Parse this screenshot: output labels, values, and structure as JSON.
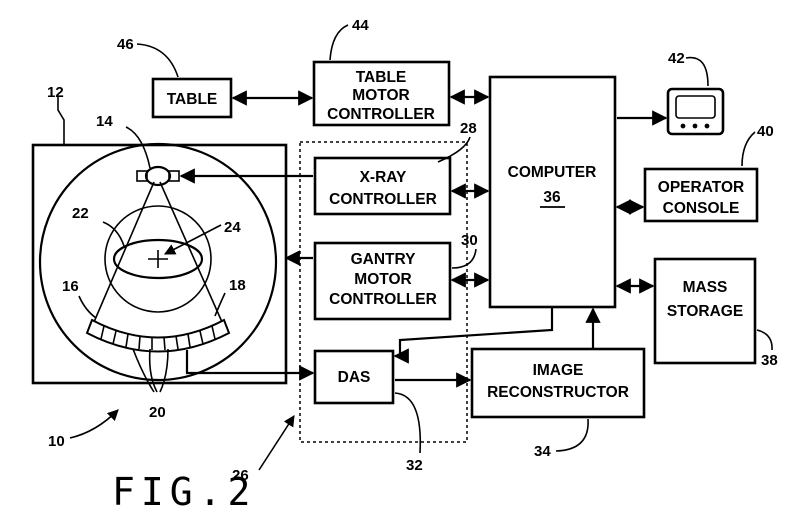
{
  "figure_label": "FIG.2",
  "blocks": {
    "table": {
      "label": "TABLE",
      "ref": "46"
    },
    "table_motor_controller": {
      "line1": "TABLE",
      "line2": "MOTOR",
      "line3": "CONTROLLER",
      "ref": "44"
    },
    "xray_controller": {
      "line1": "X-RAY",
      "line2": "CONTROLLER",
      "ref": "28"
    },
    "gantry_motor_controller": {
      "line1": "GANTRY",
      "line2": "MOTOR",
      "line3": "CONTROLLER",
      "ref": "30"
    },
    "das": {
      "label": "DAS",
      "ref": "32"
    },
    "computer": {
      "label": "COMPUTER",
      "number": "36"
    },
    "monitor": {
      "ref": "42"
    },
    "operator_console": {
      "line1": "OPERATOR",
      "line2": "CONSOLE",
      "ref": "40"
    },
    "mass_storage": {
      "line1": "MASS",
      "line2": "STORAGE",
      "ref": "38"
    },
    "image_reconstructor": {
      "line1": "IMAGE",
      "line2": "RECONSTRUCTOR",
      "ref": "34"
    }
  },
  "gantry_refs": {
    "system": "10",
    "gantry": "12",
    "source": "14",
    "array": "16",
    "beam": "18",
    "elements": "20",
    "patient": "22",
    "center": "24",
    "control_mechanism": "26"
  }
}
